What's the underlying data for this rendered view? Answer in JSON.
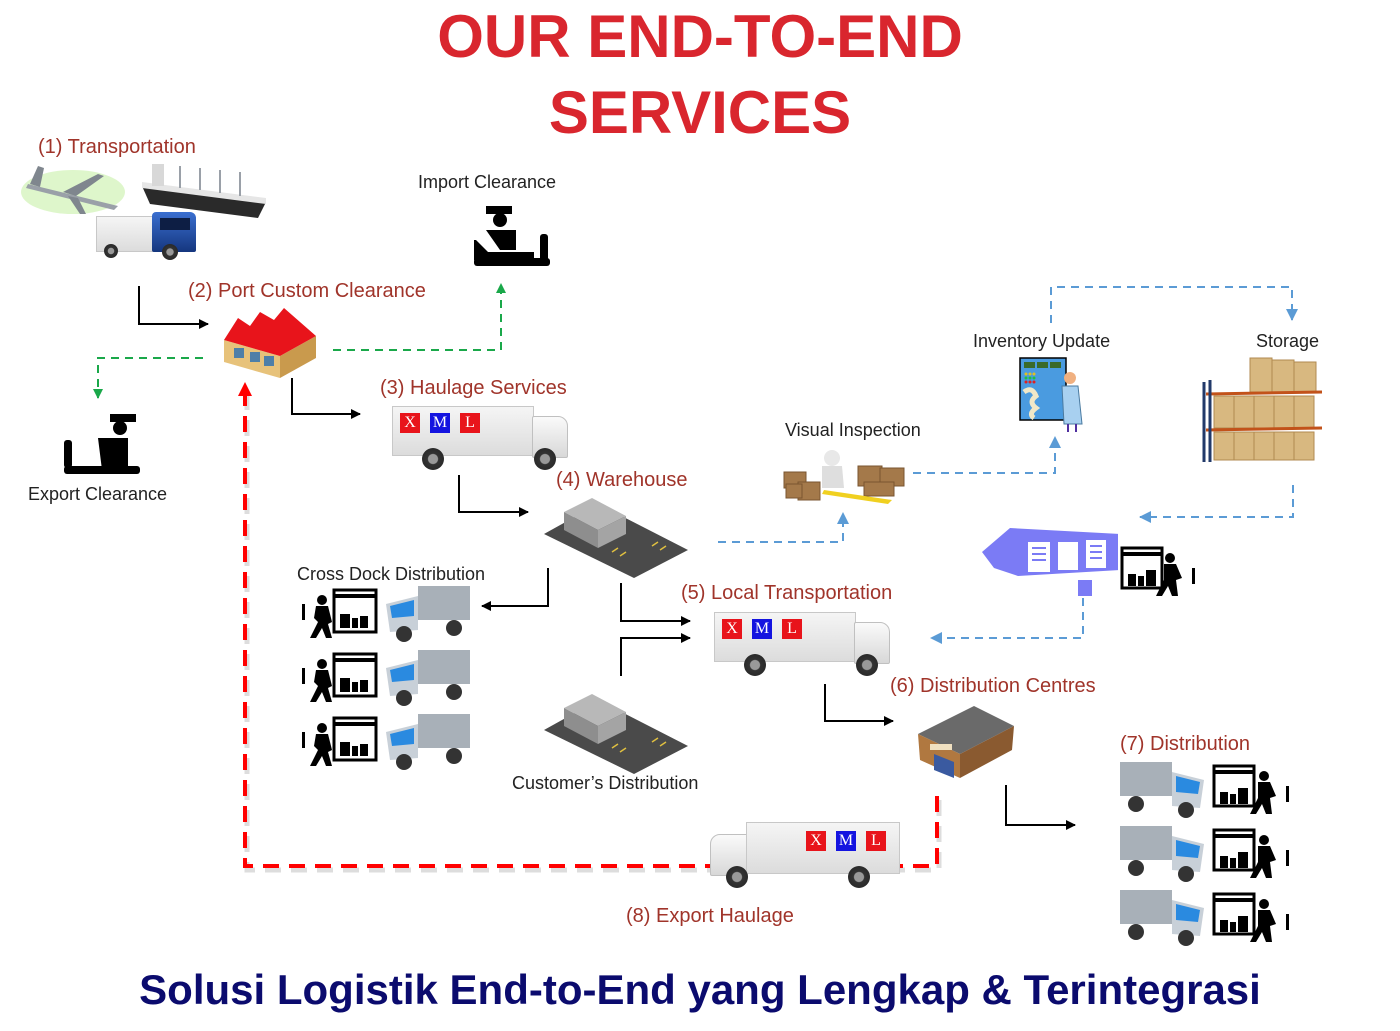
{
  "title": {
    "line1": "OUR END-TO-END",
    "line2": "SERVICES"
  },
  "steps": {
    "s1": "(1) Transportation",
    "s2": "(2) Port Custom Clearance",
    "s3": "(3) Haulage Services",
    "s4": "(4) Warehouse",
    "s5": "(5) Local Transportation",
    "s6": "(6) Distribution Centres",
    "s7": "(7) Distribution",
    "s8": "(8) Export Haulage"
  },
  "labels": {
    "import_clearance": "Import Clearance",
    "export_clearance": "Export Clearance",
    "visual_inspection": "Visual Inspection",
    "inventory_update": "Inventory Update",
    "storage": "Storage",
    "cross_dock": "Cross Dock Distribution",
    "customers_distribution": "Customer’s Distribution"
  },
  "brand_badges": [
    {
      "letter": "X",
      "color": "#e8141b"
    },
    {
      "letter": "M",
      "color": "#1414e0"
    },
    {
      "letter": "L",
      "color": "#e8141b"
    }
  ],
  "icons": {
    "transport_group": [
      "airplane-icon",
      "cargo-ship-icon",
      "semi-truck-icon"
    ],
    "clearance": "customs-officer-icon",
    "port": "factory-building-icon",
    "warehouse": "warehouse-building-icon",
    "distribution_centre": "distribution-centre-icon",
    "inspection": "pallet-inspection-icon",
    "inventory": "control-panel-operator-icon",
    "storage": "pallet-racking-icon",
    "loading_dock": "loading-dock-icon",
    "delivery": "delivery-worker-icon",
    "small_truck": "box-truck-icon"
  },
  "colors": {
    "title": "#d9262e",
    "step_label": "#a0342a",
    "footer": "#0b0b6e",
    "flow_main": "#000000",
    "flow_clearance": "#1aa84a",
    "flow_warehouse": "#5b9bd5",
    "flow_export": "#ff0000"
  },
  "footer": "Solusi Logistik End-to-End yang Lengkap & Terintegrasi"
}
